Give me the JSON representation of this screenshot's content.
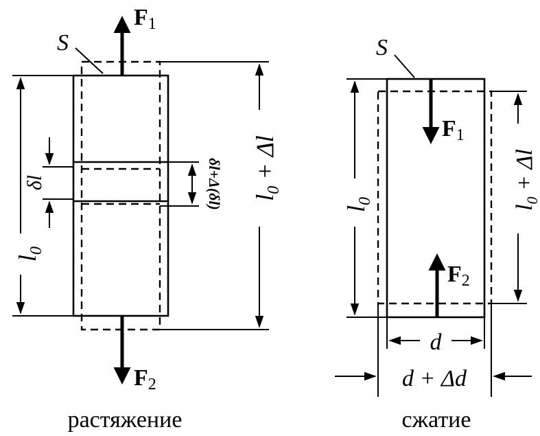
{
  "tension": {
    "area_label": "S",
    "force_top": {
      "symbol": "F",
      "sub": "1"
    },
    "force_bottom": {
      "symbol": "F",
      "sub": "2"
    },
    "length_label": {
      "main": "l",
      "sub": "0"
    },
    "elongated_label": {
      "main": "l",
      "sub": "0",
      "suffix": " + Δl"
    },
    "element_label": "δl",
    "element_elongated_label": "δl+Δ(δl)",
    "caption": "растяжение"
  },
  "compression": {
    "area_label": "S",
    "force_top": {
      "symbol": "F",
      "sub": "1"
    },
    "force_bottom": {
      "symbol": "F",
      "sub": "2"
    },
    "length_label": {
      "main": "l",
      "sub": "0"
    },
    "shortened_label": {
      "main": "l",
      "sub": "0",
      "suffix": " + Δl"
    },
    "diameter_label": "d",
    "diameter_changed_label": "d + Δd",
    "caption": "сжатие"
  }
}
